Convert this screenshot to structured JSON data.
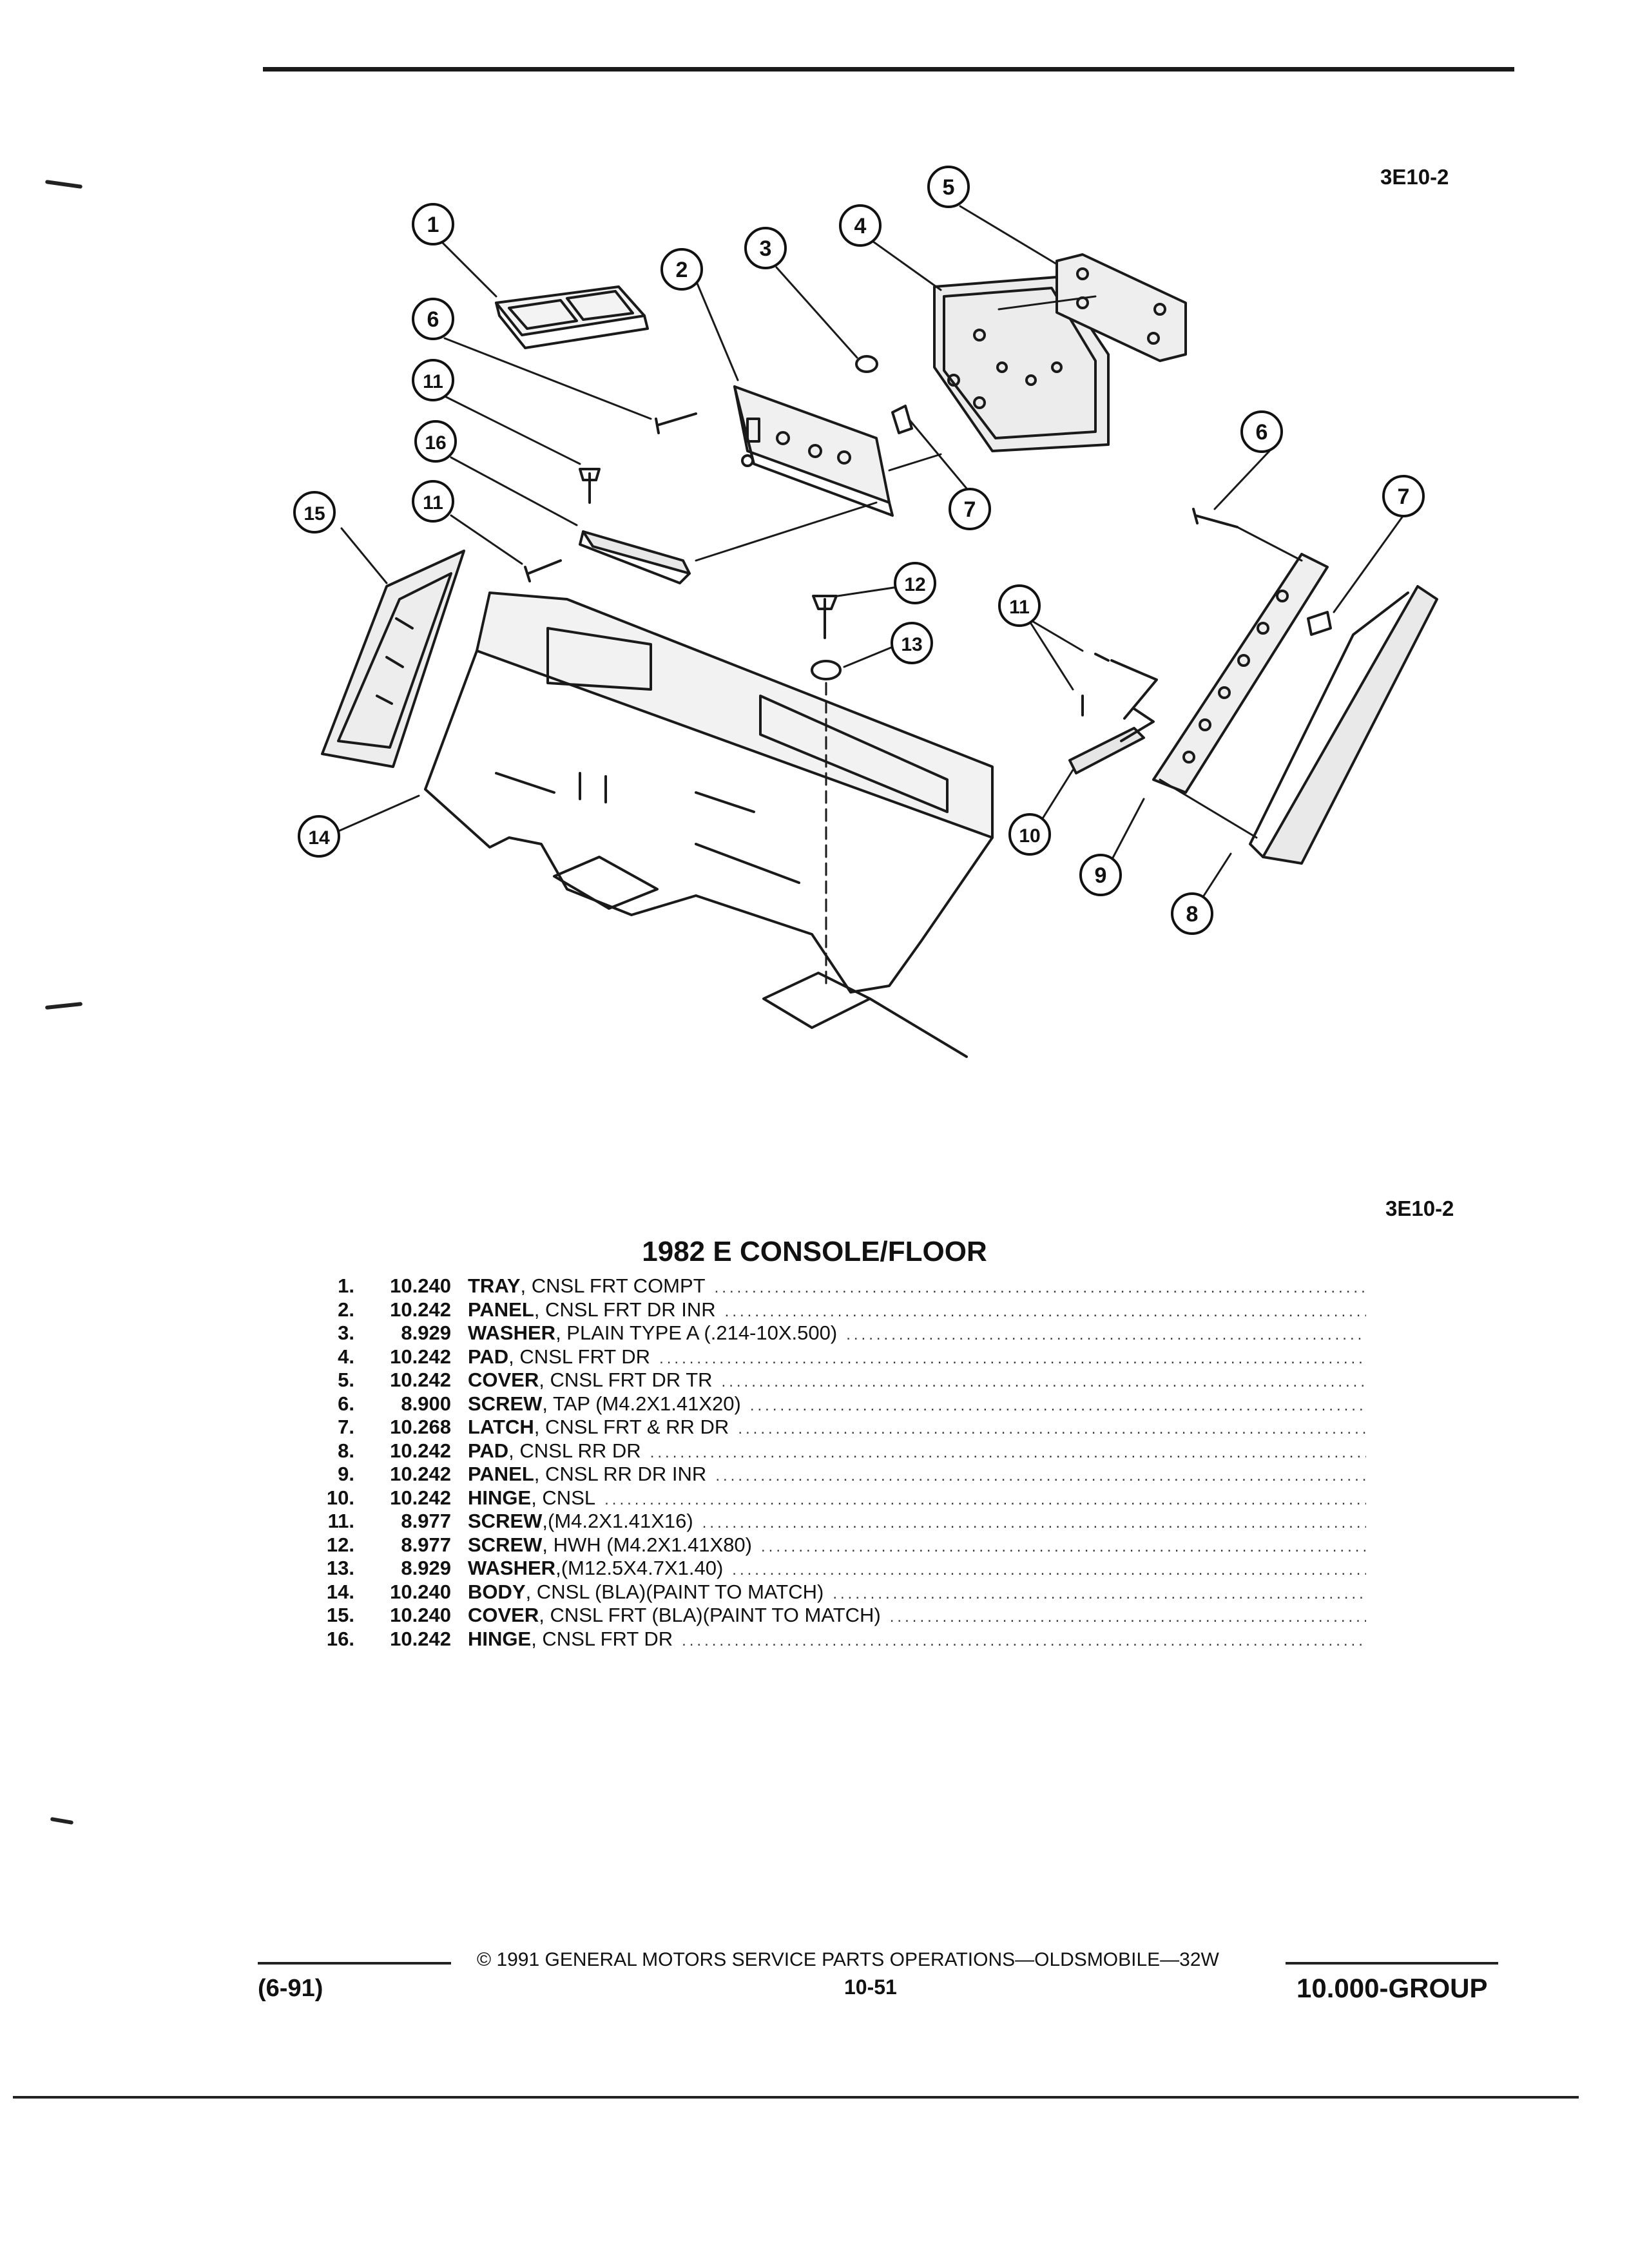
{
  "figure_code": "3E10-2",
  "title": "1982 E CONSOLE/FLOOR",
  "callouts": [
    "1",
    "2",
    "3",
    "4",
    "5",
    "6",
    "11",
    "16",
    "15",
    "11",
    "12",
    "13",
    "11",
    "6",
    "7",
    "7",
    "10",
    "9",
    "8",
    "14"
  ],
  "parts": [
    {
      "no": "1.",
      "group": "10.240",
      "name": "TRAY",
      "desc": ", CNSL FRT COMPT"
    },
    {
      "no": "2.",
      "group": "10.242",
      "name": "PANEL",
      "desc": ", CNSL FRT DR INR"
    },
    {
      "no": "3.",
      "group": "8.929",
      "name": "WASHER",
      "desc": ", PLAIN TYPE A (.214-10X.500)"
    },
    {
      "no": "4.",
      "group": "10.242",
      "name": "PAD",
      "desc": ", CNSL FRT DR"
    },
    {
      "no": "5.",
      "group": "10.242",
      "name": "COVER",
      "desc": ", CNSL FRT DR TR"
    },
    {
      "no": "6.",
      "group": "8.900",
      "name": "SCREW",
      "desc": ", TAP (M4.2X1.41X20)"
    },
    {
      "no": "7.",
      "group": "10.268",
      "name": "LATCH",
      "desc": ", CNSL FRT & RR DR"
    },
    {
      "no": "8.",
      "group": "10.242",
      "name": "PAD",
      "desc": ", CNSL RR DR"
    },
    {
      "no": "9.",
      "group": "10.242",
      "name": "PANEL",
      "desc": ", CNSL RR DR INR"
    },
    {
      "no": "10.",
      "group": "10.242",
      "name": "HINGE",
      "desc": ", CNSL"
    },
    {
      "no": "11.",
      "group": "8.977",
      "name": "SCREW",
      "desc": ",(M4.2X1.41X16)"
    },
    {
      "no": "12.",
      "group": "8.977",
      "name": "SCREW",
      "desc": ", HWH (M4.2X1.41X80)"
    },
    {
      "no": "13.",
      "group": "8.929",
      "name": "WASHER",
      "desc": ",(M12.5X4.7X1.40)"
    },
    {
      "no": "14.",
      "group": "10.240",
      "name": "BODY",
      "desc": ", CNSL (BLA)(PAINT TO MATCH)"
    },
    {
      "no": "15.",
      "group": "10.240",
      "name": "COVER",
      "desc": ", CNSL FRT (BLA)(PAINT TO MATCH)"
    },
    {
      "no": "16.",
      "group": "10.242",
      "name": "HINGE",
      "desc": ", CNSL FRT DR"
    }
  ],
  "footer": {
    "date": "(6-91)",
    "copyright": "© 1991 GENERAL MOTORS SERVICE PARTS OPERATIONS—OLDSMOBILE—32W",
    "page": "10-51",
    "group": "10.000-GROUP"
  }
}
